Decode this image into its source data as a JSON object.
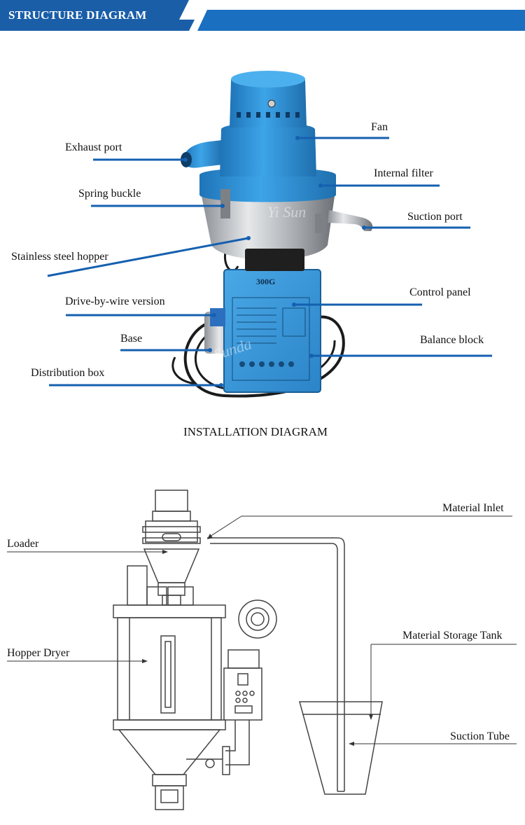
{
  "banner": {
    "title": "STRUCTURE DIAGRAM",
    "color": "#1a5ea8"
  },
  "structure": {
    "labels_left": {
      "exhaust_port": "Exhaust port",
      "spring_buckle": "Spring buckle",
      "stainless_hopper": "Stainless steel hopper",
      "drive_by_wire": "Drive-by-wire version",
      "base": "Base",
      "distribution_box": "Distribution box"
    },
    "labels_right": {
      "fan": "Fan",
      "internal_filter": "Internal filter",
      "suction_port": "Suction port",
      "control_panel": "Control panel",
      "balance_block": "Balance block"
    },
    "panel_text": "300G",
    "watermark_1": "Yi Sun",
    "watermark_2": "Sunda"
  },
  "installation": {
    "title": "INSTALLATION DIAGRAM",
    "labels": {
      "loader": "Loader",
      "hopper_dryer": "Hopper Dryer",
      "material_inlet": "Material Inlet",
      "material_storage_tank": "Material Storage Tank",
      "suction_tube": "Suction Tube"
    }
  },
  "colors": {
    "leader_line": "#1560b0",
    "machine_blue": "#2a8fd6",
    "steel": "#c9ccd0"
  }
}
